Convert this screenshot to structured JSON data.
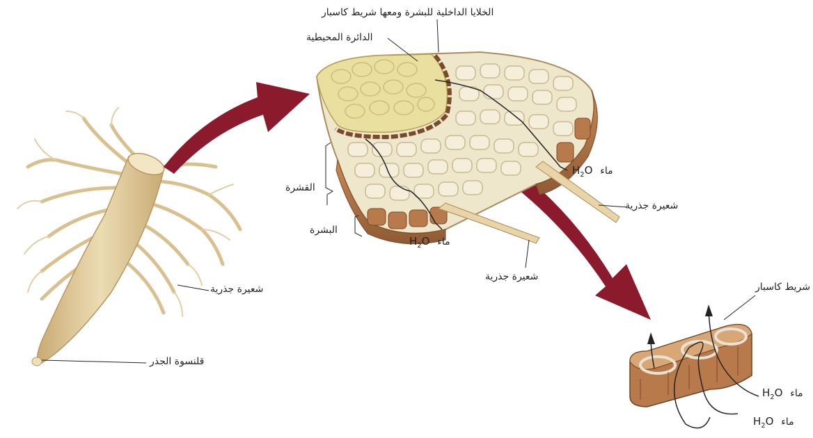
{
  "labels": {
    "endodermis_casparian": "الخلايا الداخلية للبشرة ومعها شريط كاسبار",
    "pericycle": "الدائرة المحيطية",
    "cortex": "القشرة",
    "epidermis": "البشرة",
    "root_hair_main": "شعيرة جذرية",
    "root_hair_right": "شعيرة جذرية",
    "root_hair_bottom": "شعيرة جذرية",
    "root_cap": "قلنسوة الجذر",
    "casparian_strip": "شريط كاسبار",
    "water_ar": "ماء"
  },
  "water": {
    "symbol": "H",
    "subscript": "2",
    "suffix": "O"
  },
  "colors": {
    "arrow": "#8b1a2c",
    "root": "#e3cfa2",
    "root_shade": "#c9ab74",
    "stele": "#e9e0a0",
    "cortex_cell": "#efe7cc",
    "cell_wall": "#c9b890",
    "epidermis": "#b87a4a",
    "line": "#222222"
  }
}
